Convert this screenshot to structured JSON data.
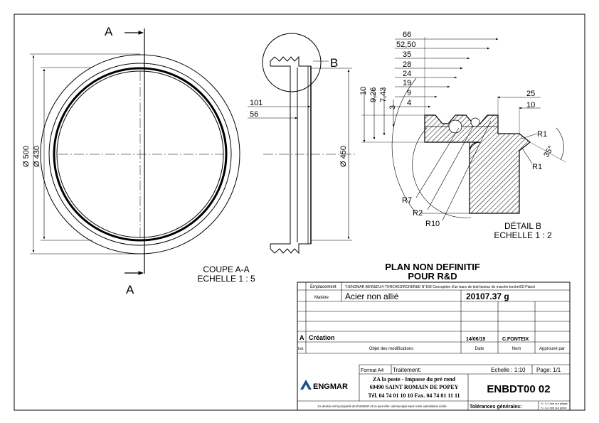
{
  "section_view": {
    "cut_label_top": "A",
    "cut_label_bottom": "A",
    "title_line1": "COUPE A-A",
    "title_line2": "ECHELLE 1 : 5",
    "dim_outer_dia": "Ø 500",
    "dim_inner_dia": "Ø 430",
    "dim_side_dia": "Ø 450",
    "dim_101": "101",
    "dim_56": "56",
    "detail_callout": "B"
  },
  "detail_view": {
    "title_line1": "DÉTAIL B",
    "title_line2": "ECHELLE 1 : 2",
    "horizontal_dims": [
      "66",
      "52,50",
      "35",
      "28",
      "24",
      "19",
      "9",
      "4"
    ],
    "vertical_dims": [
      "10",
      "9,26",
      "7,43",
      "3"
    ],
    "right_dims": [
      "25",
      "10"
    ],
    "radius_right_top": "R1",
    "radius_right_bottom": "R1",
    "angle": "35°",
    "radius_labels": [
      "R7",
      "R2",
      "R10"
    ]
  },
  "notice": {
    "line1": "PLAN NON DEFINITIF",
    "line2": "POUR R&D"
  },
  "title_block": {
    "emplacement_label": "Emplacement",
    "emplacement_value": "T:\\ENGMAR BE\\R&D\\14-TORCHES\\RCHER&D N°158 Conception d'un banc de test facteur de marche torche\\02-Plans\\",
    "matiere_label": "Matière",
    "matiere_value": "Acier non allié",
    "mass_value": "20107.37 g",
    "rev_index": "A",
    "rev_description": "Création",
    "rev_date": "14/06/19",
    "rev_name": "C.FONTEIX",
    "hdr_ind": "Ind.",
    "hdr_objet": "Objet des modifications",
    "hdr_date": "Date",
    "hdr_nom": "Nom",
    "hdr_approuve": "Approuvé par",
    "format": "Format A4",
    "traitement": "Traitement:",
    "echelle": "Echelle : 1:10",
    "page": "Page: 1/1",
    "company_logo_text": "ENGMAR",
    "address_line1": "ZA la poste - Impasse du pré rond",
    "address_line2": "69490 SAINT ROMAIN DE POPEY",
    "address_line3": "Tél. 04 74 01 10 10   Fax. 04 74 01 11 11",
    "drawing_number": "ENBDT00 02",
    "tolerances_label": "Tolérances générales:",
    "tolerance_line1": "+/- 0.1 mm sur pliage",
    "tolerance_line2": "+/- 0.2 mm sur pièce",
    "property_notice": "Ce dessin est la propriété de ENGMAR et ne peut être communiqué sans notre autorisation écrite"
  },
  "colors": {
    "line": "#000000",
    "logo_accent": "#1f4e8c"
  }
}
